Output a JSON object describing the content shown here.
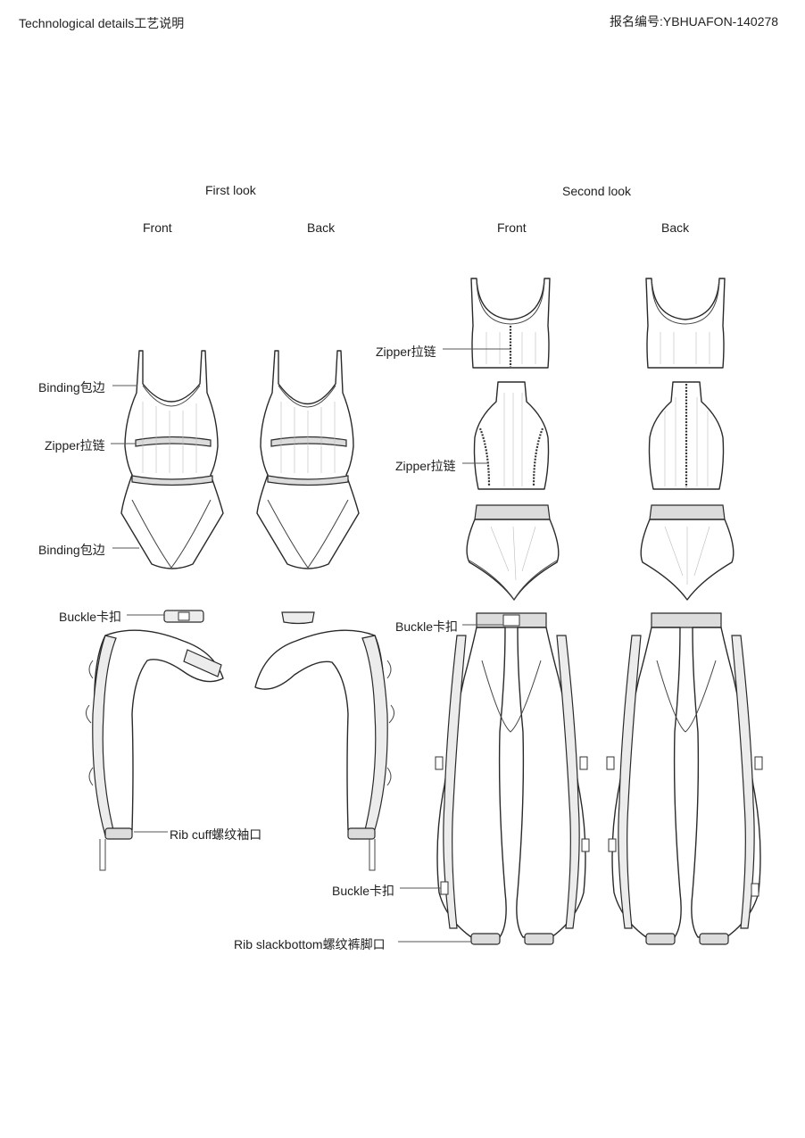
{
  "header": {
    "left_title": "Technological details工艺说明",
    "right_code": "报名编号:YBHUAFON-140278"
  },
  "looks": [
    {
      "title": "First look",
      "views": [
        "Front",
        "Back"
      ]
    },
    {
      "title": "Second look",
      "views": [
        "Front",
        "Back"
      ]
    }
  ],
  "callouts": {
    "binding_top": "Binding包边",
    "zipper_body": "Zipper拉链",
    "binding_bottom": "Binding包边",
    "buckle_first": "Buckle卡扣",
    "rib_cuff": "Rib cuff螺纹袖口",
    "zipper_bra": "Zipper拉链",
    "zipper_vest": "Zipper拉链",
    "buckle_pants_top": "Buckle卡扣",
    "buckle_pants_side": "Buckle卡扣",
    "rib_slackbottom": "Rib slackbottom螺纹裤脚口"
  }
}
